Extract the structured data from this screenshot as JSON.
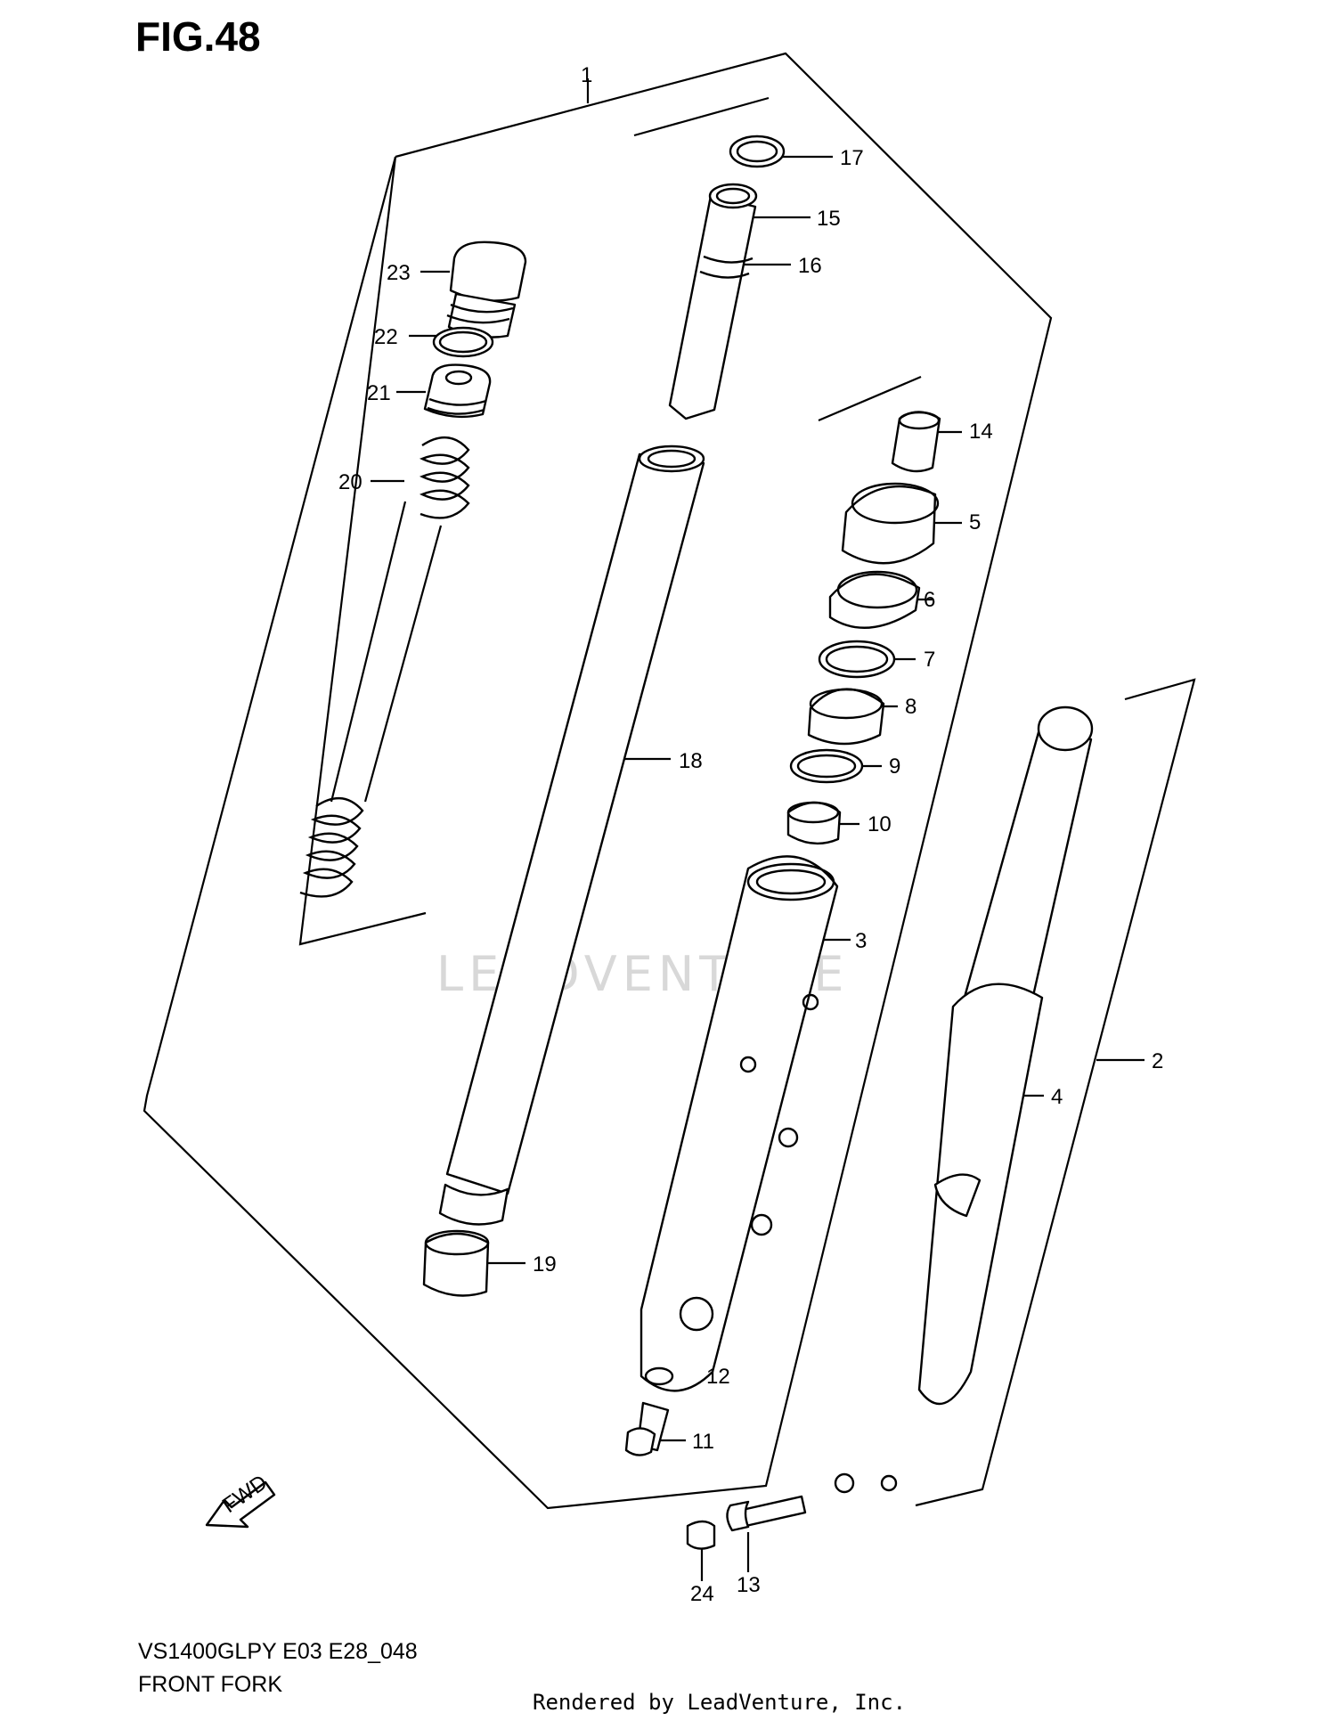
{
  "figure": {
    "title": "FIG.48",
    "model": "VS1400GLPY E03 E28_048",
    "name": "FRONT FORK",
    "rendered_by": "Rendered by LeadVenture, Inc.",
    "watermark": "LEADVENTURE",
    "fwd_label": "FWD"
  },
  "callouts": [
    "1",
    "2",
    "3",
    "4",
    "5",
    "6",
    "7",
    "8",
    "9",
    "10",
    "11",
    "12",
    "13",
    "14",
    "15",
    "16",
    "17",
    "18",
    "19",
    "20",
    "21",
    "22",
    "23",
    "24"
  ]
}
